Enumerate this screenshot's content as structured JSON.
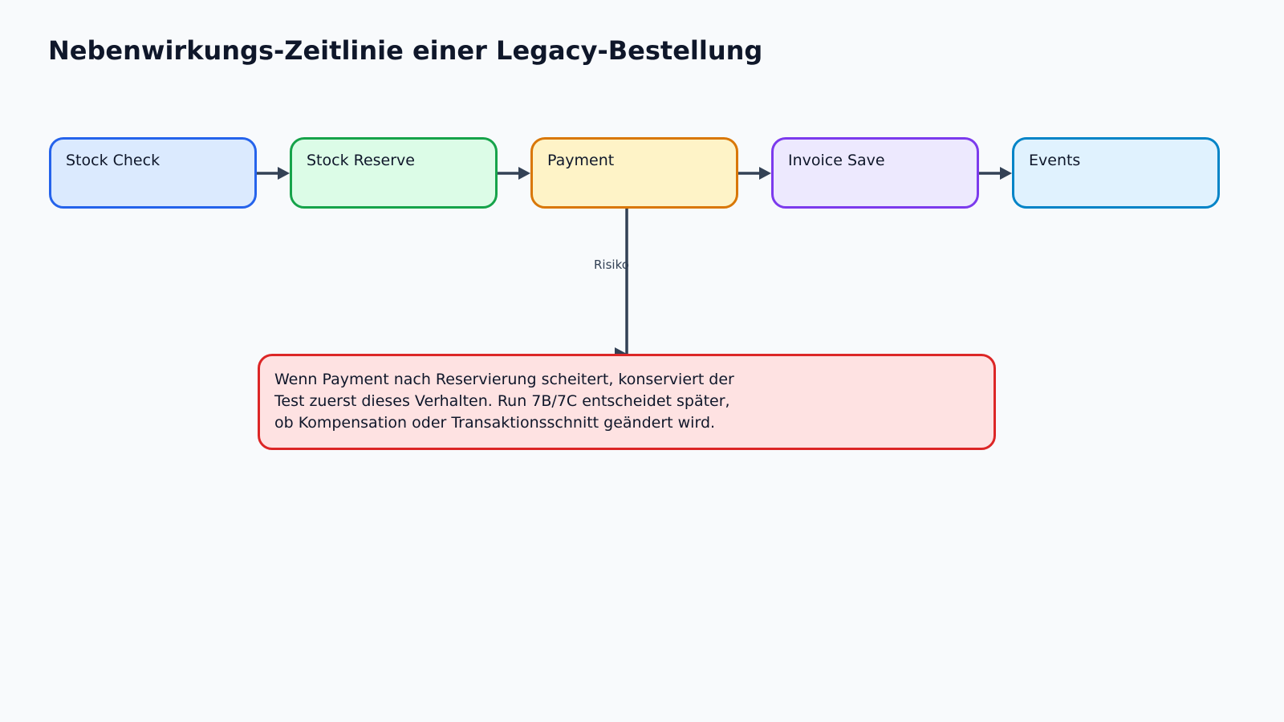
{
  "title": "Nebenwirkungs-Zeitlinie einer Legacy-Bestellung",
  "stages": [
    {
      "label": "Stock Check",
      "fill": "#dbeafe",
      "border": "#2563eb"
    },
    {
      "label": "Stock Reserve",
      "fill": "#dcfce7",
      "border": "#16a34a"
    },
    {
      "label": "Payment",
      "fill": "#fef3c7",
      "border": "#d97706"
    },
    {
      "label": "Invoice Save",
      "fill": "#ede9fe",
      "border": "#7c3aed"
    },
    {
      "label": "Events",
      "fill": "#e0f2fe",
      "border": "#0284c7"
    }
  ],
  "risk": {
    "label": "Risiko",
    "lines": [
      "Wenn Payment nach Reservierung scheitert, konserviert der",
      "Test zuerst dieses Verhalten. Run 7B/7C entscheidet später,",
      "ob Kompensation oder Transaktionsschnitt geändert wird."
    ],
    "fill": "#fee2e2",
    "border": "#dc2626"
  },
  "connector_color": "#334155"
}
